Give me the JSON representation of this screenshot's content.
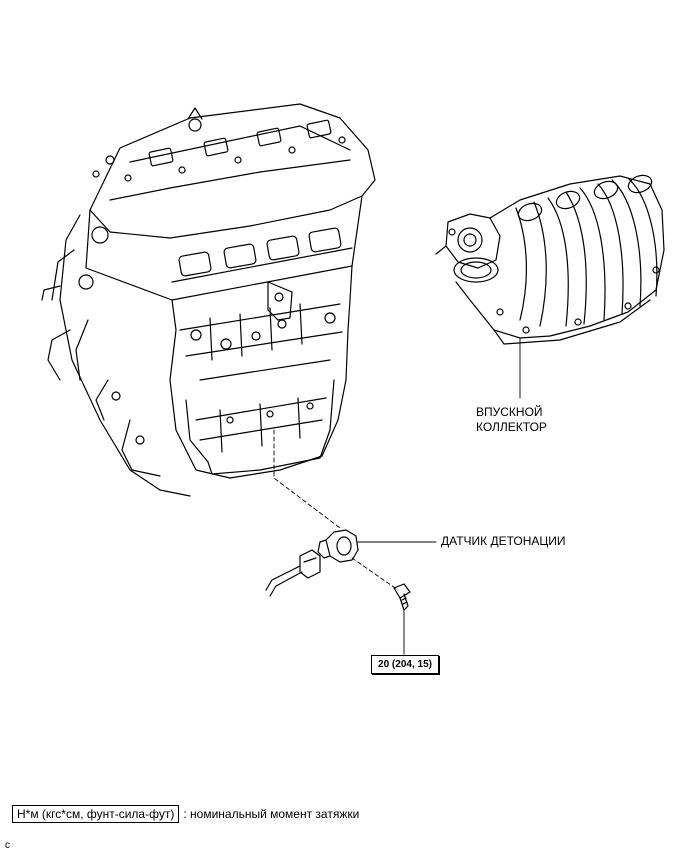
{
  "labels": {
    "intake_manifold_line1": "ВПУСКНОЙ",
    "intake_manifold_line2": "КОЛЛЕКТОР",
    "knock_sensor": "ДАТЧИК ДЕТОНАЦИИ",
    "torque_value": "20 (204, 15)"
  },
  "legend": {
    "unit_box": "Н*м (кгс*см, фунт-сила-фут)",
    "description": ": номинальный момент затяжки"
  },
  "corner_code": "c"
}
